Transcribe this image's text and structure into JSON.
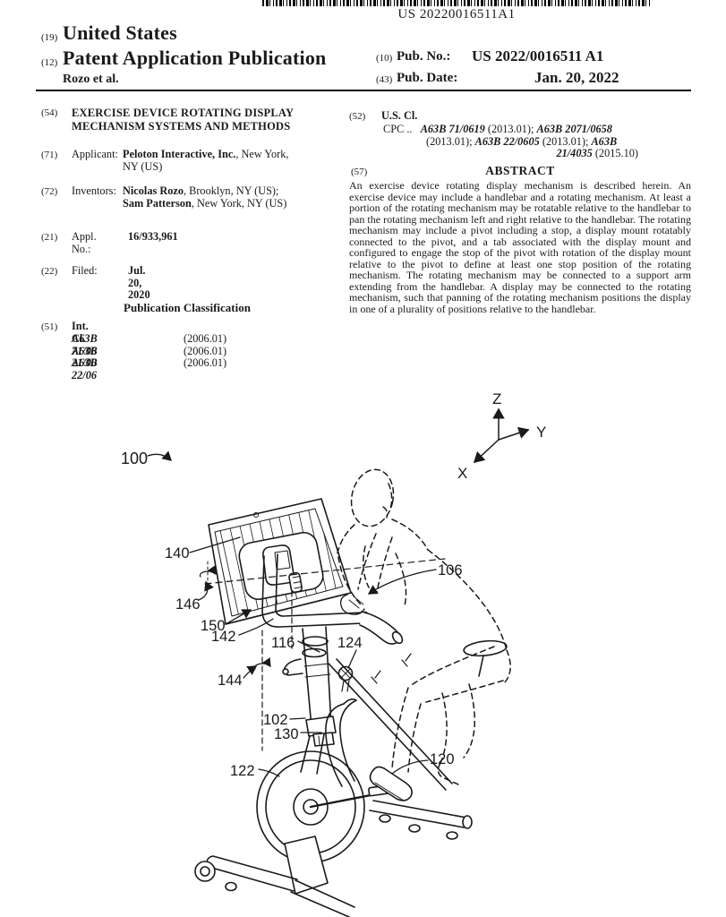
{
  "doc_number_text": "US 20220016511A1",
  "header": {
    "kind_19": "(19)",
    "country": "United States",
    "kind_12": "(12)",
    "publication_type": "Patent Application Publication",
    "inventor_line": "Rozo et al.",
    "kind_10": "(10)",
    "pub_no_label": "Pub. No.:",
    "pub_no_value": "US 2022/0016511 A1",
    "kind_43": "(43)",
    "pub_date_label": "Pub. Date:",
    "pub_date_value": "Jan. 20, 2022"
  },
  "biblio": {
    "title": {
      "code": "(54)",
      "text": "EXERCISE DEVICE ROTATING DISPLAY MECHANISM SYSTEMS AND METHODS"
    },
    "applicant": {
      "code": "(71)",
      "label": "Applicant:",
      "name": "Peloton Interactive, Inc.",
      "address_l1": ", New York,",
      "address_l2": "NY (US)"
    },
    "inventors": {
      "code": "(72)",
      "label": "Inventors:",
      "name1": "Nicolas Rozo",
      "rest1": ", Brooklyn, NY (US);",
      "name2": "Sam Patterson",
      "rest2": ", New York, NY (US)"
    },
    "appl_no": {
      "code": "(21)",
      "label": "Appl. No.:",
      "value": "16/933,961"
    },
    "filed": {
      "code": "(22)",
      "label": "Filed:",
      "value": "Jul. 20, 2020"
    }
  },
  "classification": {
    "section_title": "Publication Classification",
    "int_cl": {
      "code": "(51)",
      "label": "Int. Cl.",
      "rows": [
        {
          "cls": "A63B 71/06",
          "ver": "(2006.01)"
        },
        {
          "cls": "A63B 21/00",
          "ver": "(2006.01)"
        },
        {
          "cls": "A63B 22/06",
          "ver": "(2006.01)"
        }
      ]
    },
    "us_cl": {
      "code": "(52)",
      "label": "U.S. Cl.",
      "cpc_prefix": "CPC ..",
      "l1_cls1": "A63B 71/0619",
      "l1_mid": " (2013.01); ",
      "l1_cls2": "A63B 2071/0658",
      "l2_pre": "(2013.01); ",
      "l2_cls": "A63B 22/0605",
      "l2_mid": " (2013.01); ",
      "l2_tail": "A63B",
      "l3_cls": "21/4035",
      "l3_tail": " (2015.10)"
    }
  },
  "abstract": {
    "code": "(57)",
    "heading": "ABSTRACT",
    "text": "An exercise device rotating display mechanism is described herein. An exercise device may include a handlebar and a rotating mechanism. At least a portion of the rotating mechanism may be rotatable relative to the handlebar to pan the rotating mechanism left and right relative to the handlebar. The rotating mechanism may include a pivot including a stop, a display mount rotatably connected to the pivot, and a tab associated with the display mount and configured to engage the stop of the pivot with rotation of the display mount relative to the pivot to define at least one stop position of the rotating mechanism. The rotating mechanism may be connected to a support arm extending from the handlebar. A display may be connected to the rotating mechanism, such that panning of the rotating mechanism positions the display in one of a plurality of positions relative to the handlebar."
  },
  "figure": {
    "labels": {
      "l100": "100",
      "l140": "140",
      "l146": "146",
      "l150": "150",
      "l142": "142",
      "l144": "144",
      "l116": "116",
      "l124": "124",
      "l106": "106",
      "l102": "102",
      "l130": "130",
      "l122": "122",
      "l120": "120"
    },
    "axes": {
      "x": "X",
      "y": "Y",
      "z": "Z"
    }
  }
}
